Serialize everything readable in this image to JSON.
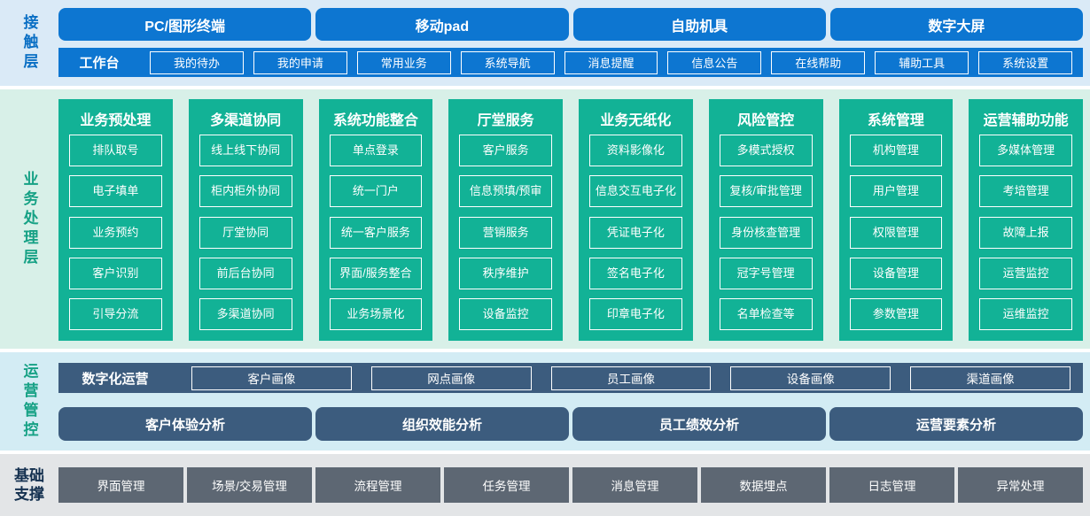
{
  "colors": {
    "contact_blue": "#0d76d1",
    "contact_label_blue": "#0a6fc4",
    "contact_bg": "#daeaf7",
    "business_green": "#12b296",
    "business_label_green": "#16a185",
    "business_bg": "#d8f0e8",
    "ops_slate": "#3c5c7e",
    "ops_bg": "#d3ecf4",
    "foundation_gray": "#5d6773",
    "foundation_label_navy": "#14304f",
    "foundation_bg": "#e3e5e7"
  },
  "contact_layer": {
    "label": "接触层",
    "terminals": [
      "PC/图形终端",
      "移动pad",
      "自助机具",
      "数字大屏"
    ],
    "workbench": {
      "label": "工作台",
      "items": [
        "我的待办",
        "我的申请",
        "常用业务",
        "系统导航",
        "消息提醒",
        "信息公告",
        "在线帮助",
        "辅助工具",
        "系统设置"
      ]
    }
  },
  "business_layer": {
    "label": "业务处理层",
    "columns": [
      {
        "title": "业务预处理",
        "items": [
          "排队取号",
          "电子填单",
          "业务预约",
          "客户识别",
          "引导分流"
        ]
      },
      {
        "title": "多渠道协同",
        "items": [
          "线上线下协同",
          "柜内柜外协同",
          "厅堂协同",
          "前后台协同",
          "多渠道协同"
        ]
      },
      {
        "title": "系统功能整合",
        "items": [
          "单点登录",
          "统一门户",
          "统一客户服务",
          "界面/服务整合",
          "业务场景化"
        ]
      },
      {
        "title": "厅堂服务",
        "items": [
          "客户服务",
          "信息预填/预审",
          "营销服务",
          "秩序维护",
          "设备监控"
        ]
      },
      {
        "title": "业务无纸化",
        "items": [
          "资料影像化",
          "信息交互电子化",
          "凭证电子化",
          "签名电子化",
          "印章电子化"
        ]
      },
      {
        "title": "风险管控",
        "items": [
          "多模式授权",
          "复核/审批管理",
          "身份核查管理",
          "冠字号管理",
          "名单检查等"
        ]
      },
      {
        "title": "系统管理",
        "items": [
          "机构管理",
          "用户管理",
          "权限管理",
          "设备管理",
          "参数管理"
        ]
      },
      {
        "title": "运营辅助功能",
        "items": [
          "多媒体管理",
          "考培管理",
          "故障上报",
          "运营监控",
          "运维监控"
        ]
      }
    ]
  },
  "operations_layer": {
    "label": "运营管控",
    "digital_ops": {
      "label": "数字化运营",
      "items": [
        "客户画像",
        "网点画像",
        "员工画像",
        "设备画像",
        "渠道画像"
      ]
    },
    "analysis": [
      "客户体验分析",
      "组织效能分析",
      "员工绩效分析",
      "运营要素分析"
    ]
  },
  "foundation_layer": {
    "label": "基础支撑",
    "items": [
      "界面管理",
      "场景/交易管理",
      "流程管理",
      "任务管理",
      "消息管理",
      "数据埋点",
      "日志管理",
      "异常处理"
    ]
  }
}
